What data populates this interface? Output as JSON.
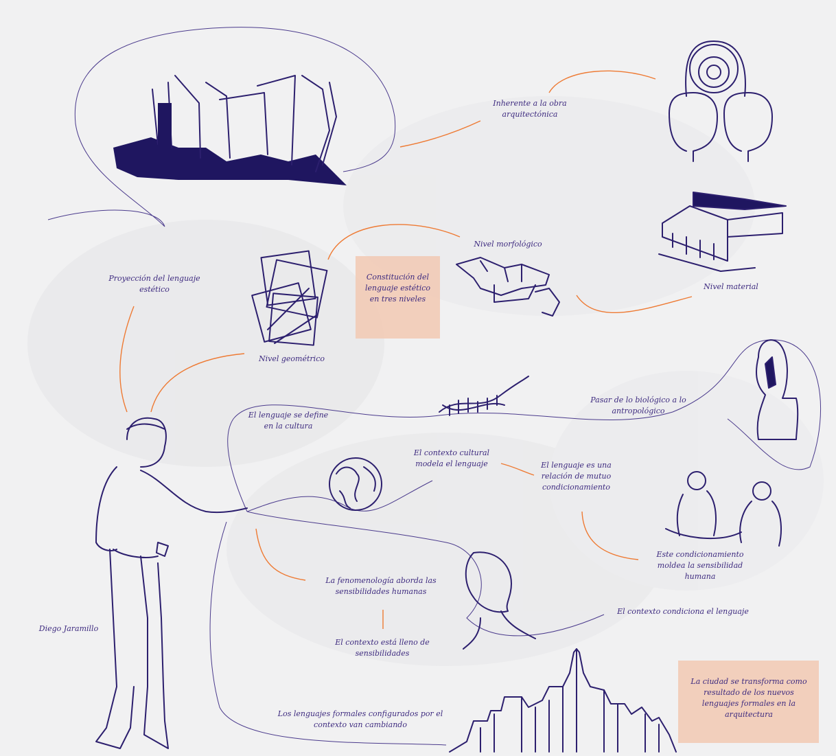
{
  "colors": {
    "background": "#f1f1f2",
    "ink": "#2c1f6e",
    "arrow": "#ee7a33",
    "highlight": "#f2c9b3",
    "text": "#3d2a7f"
  },
  "labels": {
    "inherente": "Inherente a la obra arquitectónica",
    "proyeccion": "Proyección del lenguaje estético",
    "nivel_geometrico": "Nivel geométrico",
    "nivel_morfologico": "Nivel morfológico",
    "nivel_material": "Nivel material",
    "constitucion": "Constitución del lenguaje estético en tres niveles",
    "lenguaje_cultura": "El lenguaje se define en la cultura",
    "biologico": "Pasar de lo biológico a lo antropológico",
    "contexto_cultural": "El contexto cultural modela el lenguaje",
    "mutuo": "El lenguaje es una relación de mutuo condicionamiento",
    "sensibilidad": "Este condicionamiento moldea la sensibilidad humana",
    "fenomenologia": "La fenomenología aborda las sensibilidades humanas",
    "contexto_condiciona": "El contexto condiciona el lenguaje",
    "diego": "Diego Jaramillo",
    "contexto_lleno": "El contexto está lleno de sensibilidades",
    "lenguajes_formales": "Los lenguajes formales configurados por el contexto van cambiando",
    "ciudad": "La ciudad se transforma como resultado de los nuevos lenguajes formales en la arquitectura"
  },
  "icons": [
    "building-sketch-icon",
    "two-heads-spiral-icon",
    "house-icon",
    "overlapping-squares-icon",
    "morphological-blocks-icon",
    "dna-icon",
    "mask-sculpture-icon",
    "globe-icon",
    "two-people-icon",
    "face-profile-icon",
    "city-skyline-icon",
    "man-figure-icon"
  ]
}
